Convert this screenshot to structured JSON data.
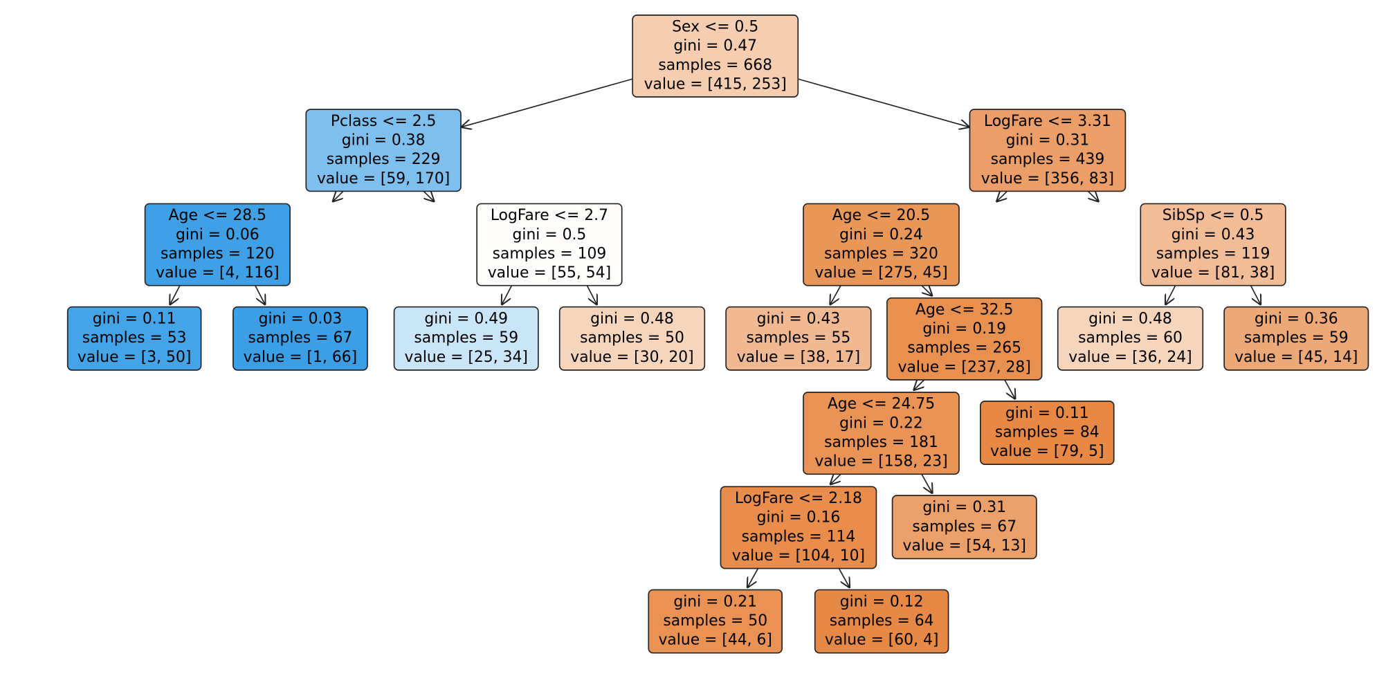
{
  "tree": {
    "nodes": [
      {
        "id": "root",
        "lines": [
          "Sex <= 0.5",
          "gini = 0.47",
          "samples = 668",
          "value = [415, 253]"
        ],
        "fill": "#f5cdb0"
      },
      {
        "id": "n1",
        "lines": [
          "Pclass <= 2.5",
          "gini = 0.38",
          "samples = 229",
          "value = [59, 170]"
        ],
        "fill": "#7ebfee"
      },
      {
        "id": "n2",
        "lines": [
          "LogFare <= 3.31",
          "gini = 0.31",
          "samples = 439",
          "value = [356, 83]"
        ],
        "fill": "#eb9e67"
      },
      {
        "id": "n3",
        "lines": [
          "Age <= 28.5",
          "gini = 0.06",
          "samples = 120",
          "value = [4, 116]"
        ],
        "fill": "#3fa0e6"
      },
      {
        "id": "n4",
        "lines": [
          "LogFare <= 2.7",
          "gini = 0.5",
          "samples = 109",
          "value = [55, 54]"
        ],
        "fill": "#fffdfb"
      },
      {
        "id": "n5",
        "lines": [
          "Age <= 20.5",
          "gini = 0.24",
          "samples = 320",
          "value = [275, 45]"
        ],
        "fill": "#e99659"
      },
      {
        "id": "n6",
        "lines": [
          "SibSp <= 0.5",
          "gini = 0.43",
          "samples = 119",
          "value = [81, 38]"
        ],
        "fill": "#f1bc96"
      },
      {
        "id": "n7",
        "lines": [
          "gini = 0.11",
          "samples = 53",
          "value = [3, 50]"
        ],
        "fill": "#45a3e7"
      },
      {
        "id": "n8",
        "lines": [
          "gini = 0.03",
          "samples = 67",
          "value = [1, 66]"
        ],
        "fill": "#3c9ee5"
      },
      {
        "id": "n9",
        "lines": [
          "gini = 0.49",
          "samples = 59",
          "value = [25, 34]"
        ],
        "fill": "#cbe5f8"
      },
      {
        "id": "n10",
        "lines": [
          "gini = 0.48",
          "samples = 50",
          "value = [30, 20]"
        ],
        "fill": "#f6d5bd"
      },
      {
        "id": "n11",
        "lines": [
          "gini = 0.43",
          "samples = 55",
          "value = [38, 17]"
        ],
        "fill": "#f1b991"
      },
      {
        "id": "n12",
        "lines": [
          "Age <= 32.5",
          "gini = 0.19",
          "samples = 265",
          "value = [237, 28]"
        ],
        "fill": "#e89050"
      },
      {
        "id": "n13",
        "lines": [
          "gini = 0.48",
          "samples = 60",
          "value = [36, 24]"
        ],
        "fill": "#f6d5bd"
      },
      {
        "id": "n14",
        "lines": [
          "gini = 0.36",
          "samples = 59",
          "value = [45, 14]"
        ],
        "fill": "#eda877"
      },
      {
        "id": "n15",
        "lines": [
          "Age <= 24.75",
          "gini = 0.22",
          "samples = 181",
          "value = [158, 23]"
        ],
        "fill": "#e99356"
      },
      {
        "id": "n16",
        "lines": [
          "gini = 0.11",
          "samples = 84",
          "value = [79, 5]"
        ],
        "fill": "#e78945"
      },
      {
        "id": "n17",
        "lines": [
          "LogFare <= 2.18",
          "gini = 0.16",
          "samples = 114",
          "value = [104, 10]"
        ],
        "fill": "#e88d4c"
      },
      {
        "id": "n18",
        "lines": [
          "gini = 0.31",
          "samples = 67",
          "value = [54, 13]"
        ],
        "fill": "#eb9f69"
      },
      {
        "id": "n19",
        "lines": [
          "gini = 0.21",
          "samples = 50",
          "value = [44, 6]"
        ],
        "fill": "#e99254"
      },
      {
        "id": "n20",
        "lines": [
          "gini = 0.12",
          "samples = 64",
          "value = [60, 4]"
        ],
        "fill": "#e78946"
      }
    ],
    "edges": [
      [
        "root",
        "n1"
      ],
      [
        "root",
        "n2"
      ],
      [
        "n1",
        "n3"
      ],
      [
        "n1",
        "n4"
      ],
      [
        "n2",
        "n5"
      ],
      [
        "n2",
        "n6"
      ],
      [
        "n3",
        "n7"
      ],
      [
        "n3",
        "n8"
      ],
      [
        "n4",
        "n9"
      ],
      [
        "n4",
        "n10"
      ],
      [
        "n5",
        "n11"
      ],
      [
        "n5",
        "n12"
      ],
      [
        "n6",
        "n13"
      ],
      [
        "n6",
        "n14"
      ],
      [
        "n12",
        "n15"
      ],
      [
        "n12",
        "n16"
      ],
      [
        "n15",
        "n17"
      ],
      [
        "n15",
        "n18"
      ],
      [
        "n17",
        "n19"
      ],
      [
        "n17",
        "n20"
      ]
    ]
  }
}
